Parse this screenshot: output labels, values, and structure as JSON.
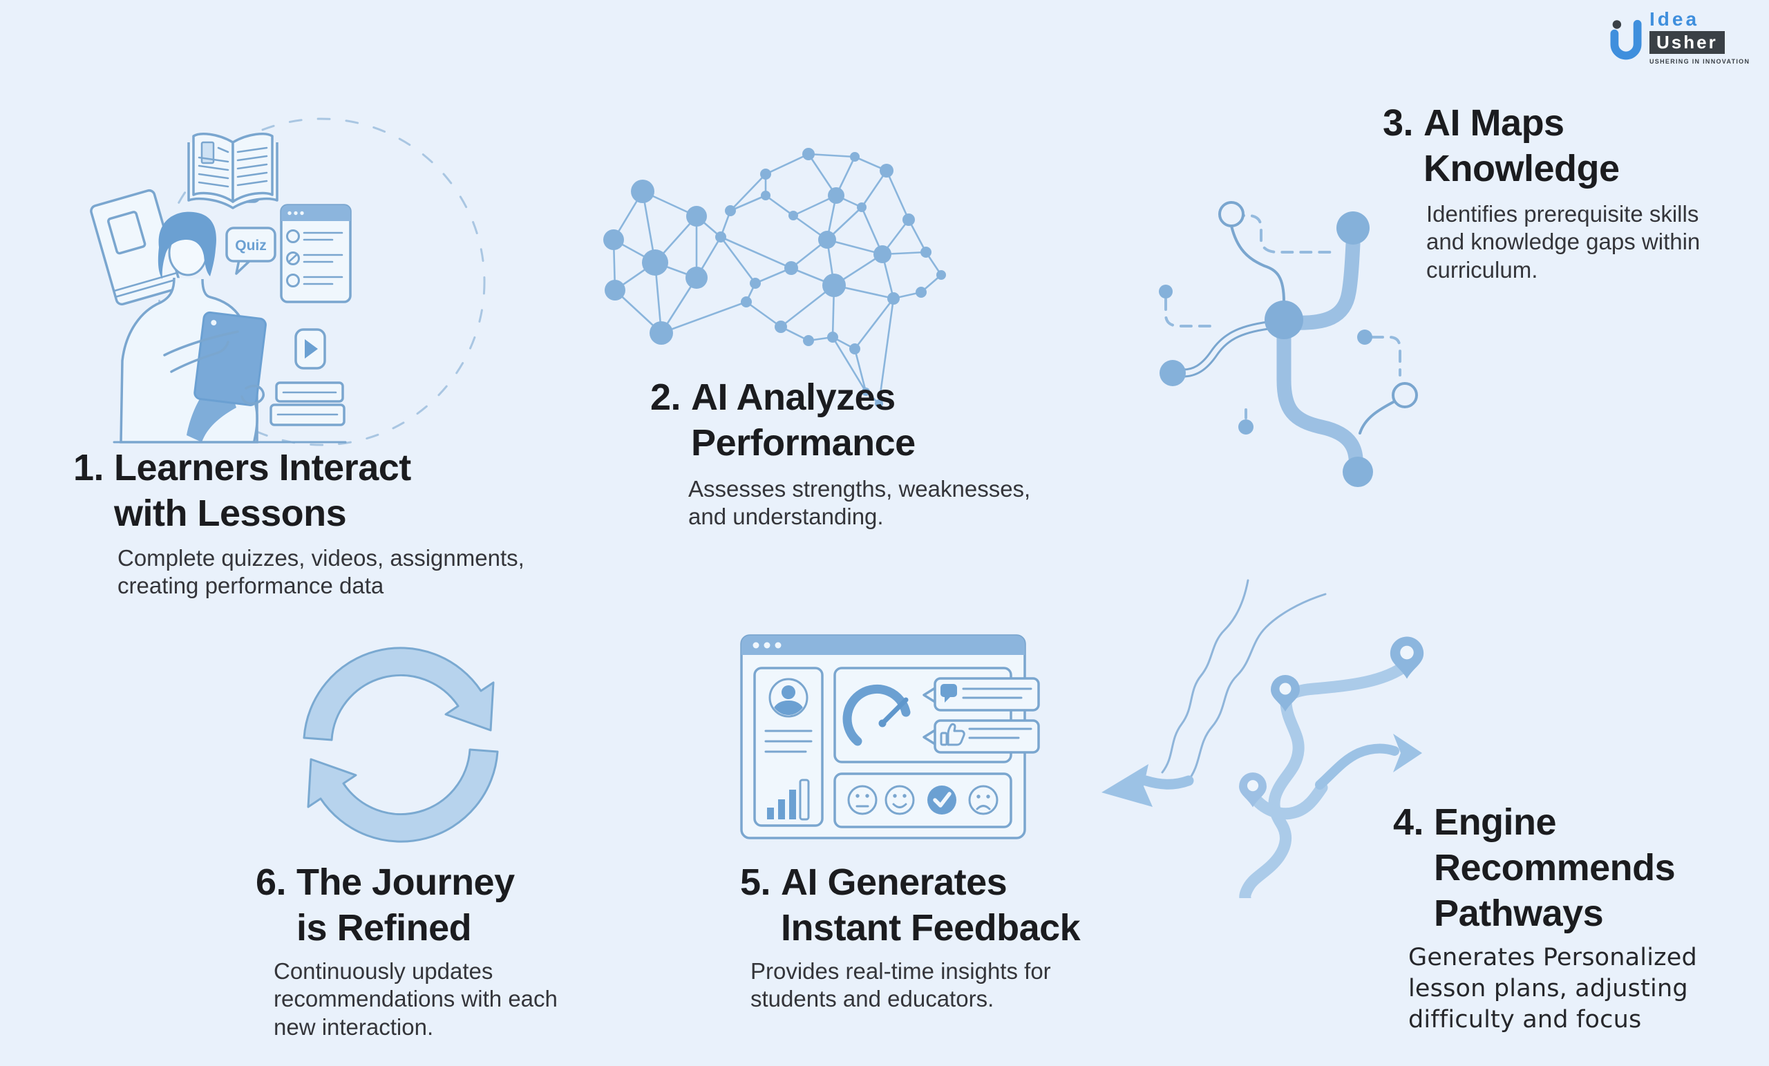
{
  "logo": {
    "brand_top": "Idea",
    "brand_bottom": "Usher",
    "tagline": "USHERING IN INNOVATION"
  },
  "steps": [
    {
      "number": "1.",
      "title": "Learners Interact\nwith Lessons",
      "description": "Complete quizzes, videos, assignments,\ncreating performance data",
      "illustration": "learner-with-tablet"
    },
    {
      "number": "2.",
      "title": "AI Analyzes\nPerformance",
      "description": "Assesses strengths, weaknesses,\nand understanding.",
      "illustration": "brain-network"
    },
    {
      "number": "3.",
      "title": "AI Maps\nKnowledge",
      "description": "Identifies prerequisite skills\nand knowledge gaps within\ncurriculum.",
      "illustration": "knowledge-map"
    },
    {
      "number": "4.",
      "title": "Engine\nRecommends\nPathways",
      "description": "Generates Personalized\nlesson plans, adjusting\ndifficulty and focus",
      "illustration": "recommendation-pathways"
    },
    {
      "number": "5.",
      "title": "AI Generates\nInstant Feedback",
      "description": "Provides real-time insights for\nstudents and educators.",
      "illustration": "feedback-dashboard"
    },
    {
      "number": "6.",
      "title": "The Journey\nis Refined",
      "description": "Continuously updates\nrecommendations with each\nnew interaction.",
      "illustration": "refine-cycle"
    }
  ],
  "illustrations": {
    "quiz_label": "Quiz"
  },
  "colors": {
    "background": "#e9f1fb",
    "heading_text": "#1b1c1f",
    "body_text": "#34353a",
    "illustration_line": "#7aa6cf",
    "illustration_solid": "#6ba0d2",
    "illustration_medium": "#85b1da",
    "illustration_light": "#b7d3ed",
    "logo_blue": "#3f8fdd",
    "logo_dark": "#3a4046"
  }
}
